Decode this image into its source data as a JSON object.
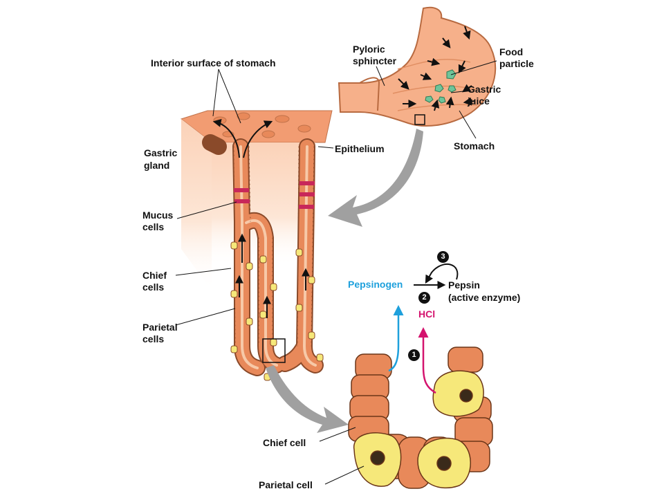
{
  "labels": {
    "interior_surface": "Interior surface of stomach",
    "pyloric_line1": "Pyloric",
    "pyloric_line2": "sphincter",
    "food_line1": "Food",
    "food_line2": "particle",
    "gastric_juice_line1": "Gastric",
    "gastric_juice_line2": "juice",
    "stomach": "Stomach",
    "gastric_gland_line1": "Gastric",
    "gastric_gland_line2": "gland",
    "epithelium": "Epithelium",
    "mucus_line1": "Mucus",
    "mucus_line2": "cells",
    "chief_line1": "Chief",
    "chief_line2": "cells",
    "parietal_line1": "Parietal",
    "parietal_line2": "cells",
    "pepsinogen": "Pepsinogen",
    "pepsin_line1": "Pepsin",
    "pepsin_line2": "(active enzyme)",
    "hcl": "HCl",
    "chief_cell": "Chief cell",
    "parietal_cell": "Parietal cell"
  },
  "steps": {
    "one": "1",
    "two": "2",
    "three": "3"
  },
  "colors": {
    "pepsinogen": "#1ea0dc",
    "hcl": "#d4136e",
    "chief_cell_fill": "#e8895a",
    "parietal_cell_fill": "#f6e87a",
    "mucus_cell_fill": "#c8285a",
    "stomach_fill": "#f6b08a",
    "callout_arrow": "#a0a0a0"
  }
}
